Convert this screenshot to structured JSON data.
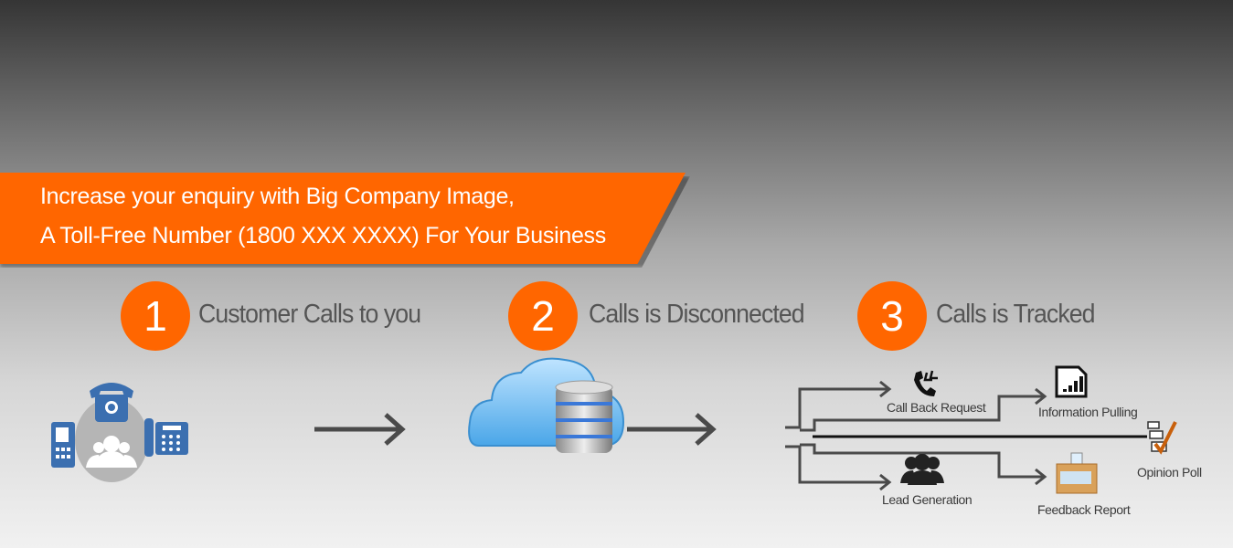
{
  "banner": {
    "line1": "Increase your enquiry with Big Company Image,",
    "line2": "A Toll-Free Number (1800 XXX XXXX) For Your Business"
  },
  "steps": [
    {
      "number": "1",
      "label": "Customer Calls to you"
    },
    {
      "number": "2",
      "label": "Calls is  Disconnected"
    },
    {
      "number": "3",
      "label": "Calls is  Tracked"
    }
  ],
  "outcomes": {
    "call_back": "Call Back Request",
    "info": "Information Pulling",
    "opinion": "Opinion Poll",
    "lead": "Lead Generation",
    "feedback": "Feedback Report"
  },
  "colors": {
    "accent": "#ff6600",
    "phone_blue": "#3b6fb0",
    "arrow": "#4a4a4a"
  }
}
